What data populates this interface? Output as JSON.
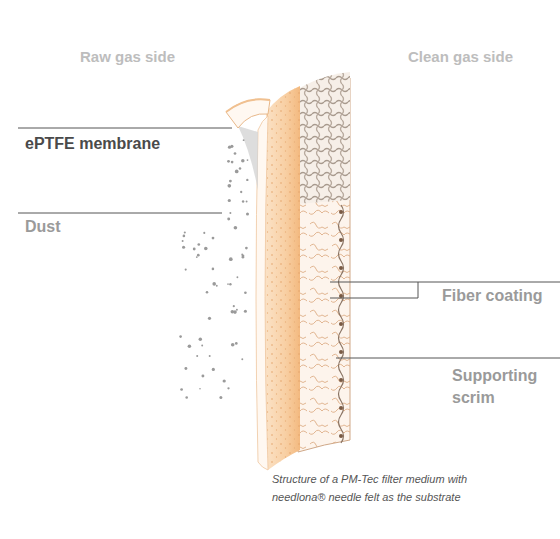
{
  "diagram": {
    "caption": "Structure of a PM-Tec filter medium with needlona® needle felt as the substrate",
    "labels": [
      "Raw gas side",
      "Clean gas side",
      "ePTFE membrane",
      "Dust",
      "Fiber coating",
      "Supporting scrim"
    ]
  }
}
